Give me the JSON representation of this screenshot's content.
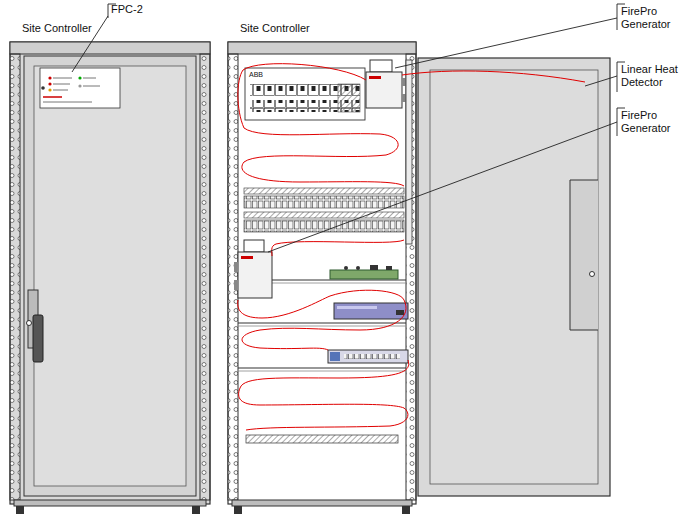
{
  "diagram": {
    "labels": [
      "FPC-2",
      "Site Controller",
      "Site Controller",
      "FirePro Generator",
      "Linear Heat Detector",
      "FirePro Generator",
      "ABB"
    ]
  }
}
